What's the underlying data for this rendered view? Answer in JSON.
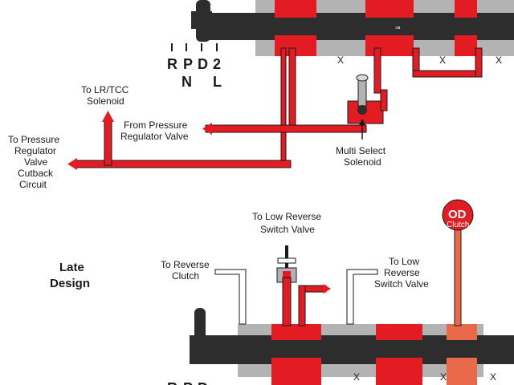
{
  "colors": {
    "fluid": "#e31c23",
    "fluid_light": "#e86a4a",
    "housing": "#b3b3b3",
    "spool": "#2d2d2d",
    "outline": "#1a1a1a"
  },
  "top_diagram": {
    "gear_positions": {
      "row1": [
        "R",
        "P",
        "D",
        "2"
      ],
      "row2": [
        "N",
        "L"
      ]
    },
    "exhaust_marks": [
      "X",
      "X",
      "X"
    ],
    "labels": {
      "lr_tcc": [
        "To LR/TCC",
        "Solenoid"
      ],
      "from_pressure_regulator": [
        "From Pressure",
        "Regulator Valve"
      ],
      "to_pressure_regulator": [
        "To Pressure",
        "Regulator",
        "Valve",
        "Cutback",
        "Circuit"
      ],
      "multi_select": [
        "Multi Select",
        "Solenoid"
      ]
    }
  },
  "bottom_diagram": {
    "title": [
      "Late",
      "Design"
    ],
    "exhaust_marks": [
      "X",
      "X",
      "X"
    ],
    "labels": {
      "to_low_reverse_switch_top": [
        "To Low Reverse",
        "Switch Valve"
      ],
      "to_reverse_clutch": [
        "To Reverse",
        "Clutch"
      ],
      "to_low_reverse_switch_right": [
        "To Low",
        "Reverse",
        "Switch Valve"
      ]
    },
    "od_clutch": {
      "big": "OD",
      "small": "Clutch"
    },
    "gear_positions_partial": [
      "R",
      "P",
      "D"
    ]
  },
  "icons": {
    "solenoid": "solenoid-icon",
    "detent_lever": "detent-lever-icon",
    "od_clutch": "od-clutch-icon"
  }
}
